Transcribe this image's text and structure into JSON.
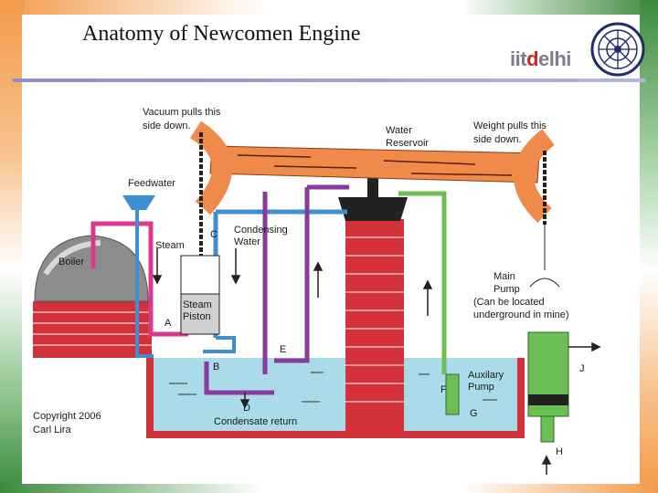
{
  "slide": {
    "title": "Anatomy of Newcomen Engine",
    "logo": {
      "prefix": "iit",
      "highlight": "d",
      "suffix": "elhi"
    }
  },
  "diagram": {
    "labels": {
      "vacuum_1": "Vacuum pulls this",
      "vacuum_2": "side down.",
      "water_res_1": "Water",
      "water_res_2": "Reservoir",
      "weight_1": "Weight pulls this",
      "weight_2": "side down.",
      "feedwater": "Feedwater",
      "condensing_1": "Condensing",
      "condensing_2": "Water",
      "c": "C",
      "steam": "Steam",
      "boiler": "Boiler",
      "steam_piston_1": "Steam",
      "steam_piston_2": "Piston",
      "a": "A",
      "b": "B",
      "e": "E",
      "d": "D",
      "condensate": "Condensate return",
      "main_pump_1": "Main",
      "main_pump_2": "Pump",
      "main_pump_3": "(Can be located",
      "main_pump_4": "underground in mine)",
      "aux_1": "Auxilary",
      "aux_2": "Pump",
      "f": "F",
      "g": "G",
      "j": "J",
      "h": "H",
      "copyright_1": "Copyright 2006",
      "copyright_2": "Carl Lira"
    },
    "colors": {
      "water": "#a9dbe8",
      "brick": "#d2313a",
      "beam": "#f08a4b",
      "blue_pipe": "#3f8fd0",
      "magenta_pipe": "#d83b8c",
      "purple_pipe": "#8a3a9c",
      "green_pipe": "#6cbf55"
    }
  }
}
